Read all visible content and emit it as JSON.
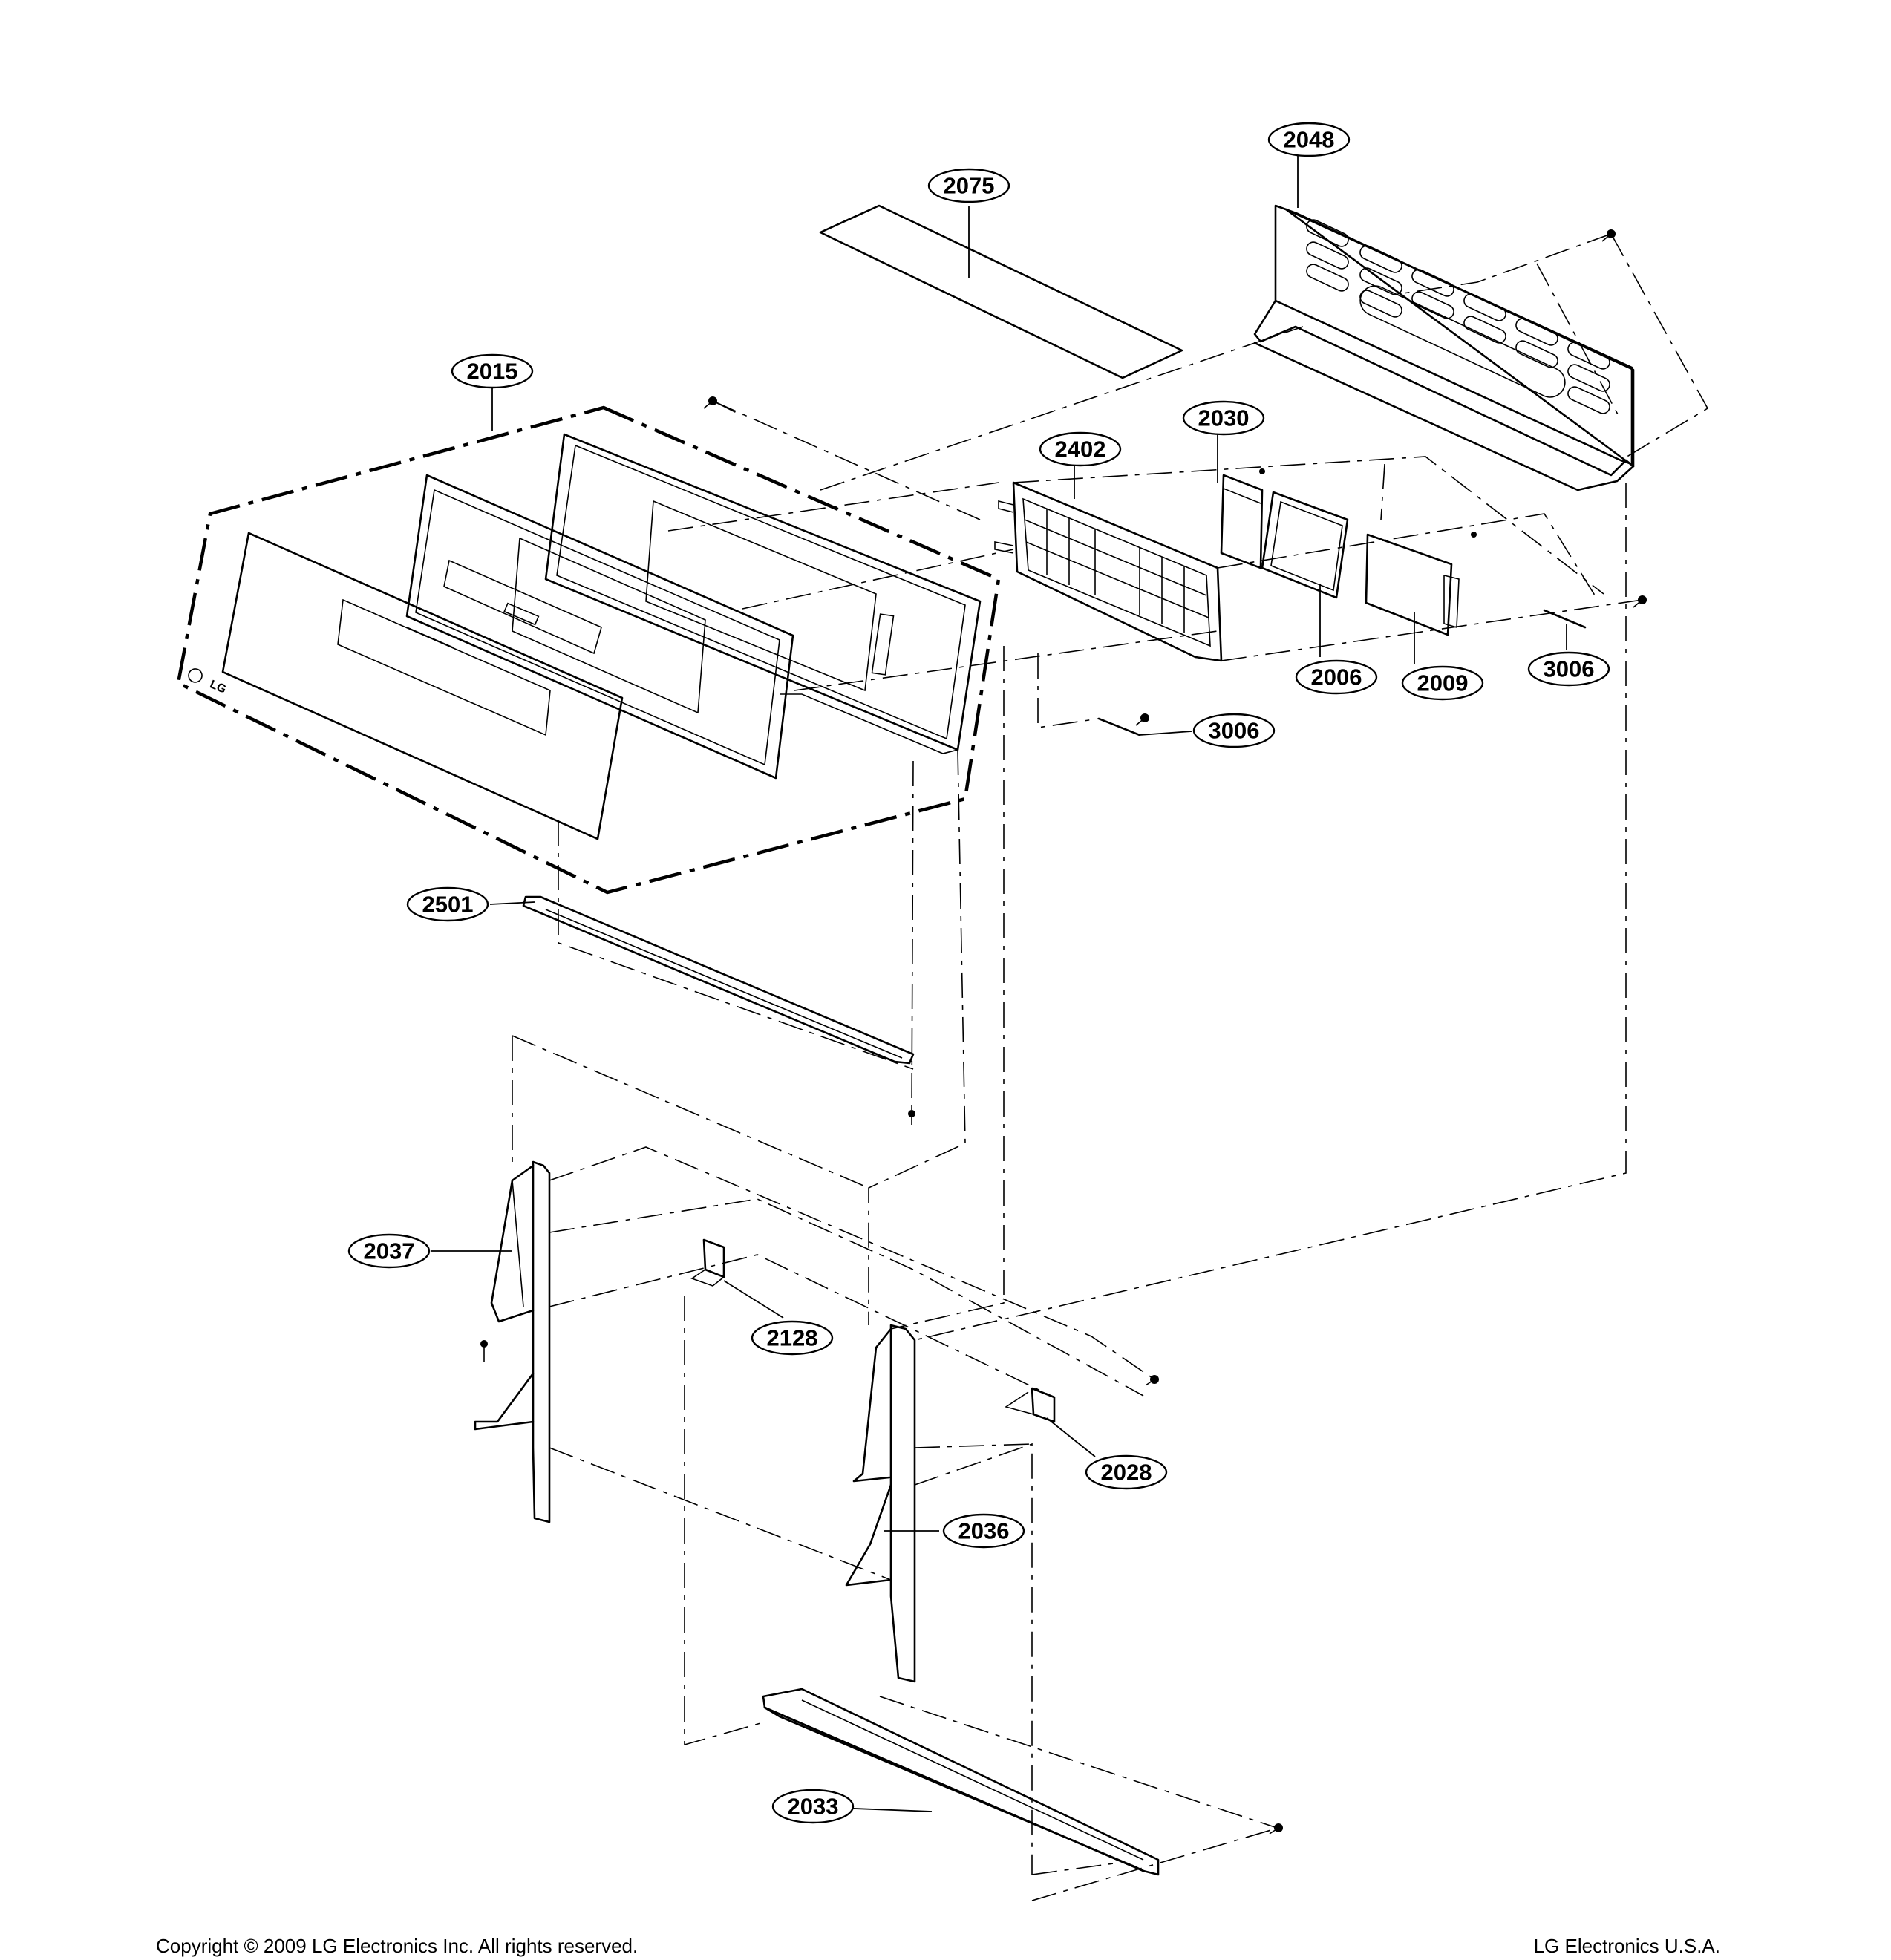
{
  "diagram": {
    "callouts": [
      {
        "id": "2048",
        "label": "2048"
      },
      {
        "id": "2075",
        "label": "2075"
      },
      {
        "id": "2015",
        "label": "2015"
      },
      {
        "id": "2030",
        "label": "2030"
      },
      {
        "id": "2402",
        "label": "2402"
      },
      {
        "id": "2006",
        "label": "2006"
      },
      {
        "id": "2009",
        "label": "2009"
      },
      {
        "id": "3006a",
        "label": "3006"
      },
      {
        "id": "3006b",
        "label": "3006"
      },
      {
        "id": "2501",
        "label": "2501"
      },
      {
        "id": "2037",
        "label": "2037"
      },
      {
        "id": "2128",
        "label": "2128"
      },
      {
        "id": "2028",
        "label": "2028"
      },
      {
        "id": "2036",
        "label": "2036"
      },
      {
        "id": "2033",
        "label": "2033"
      }
    ],
    "logo_text": "LG"
  },
  "footer": {
    "copyright": "Copyright © 2009 LG Electronics Inc. All rights reserved.",
    "brand": "LG Electronics U.S.A."
  }
}
